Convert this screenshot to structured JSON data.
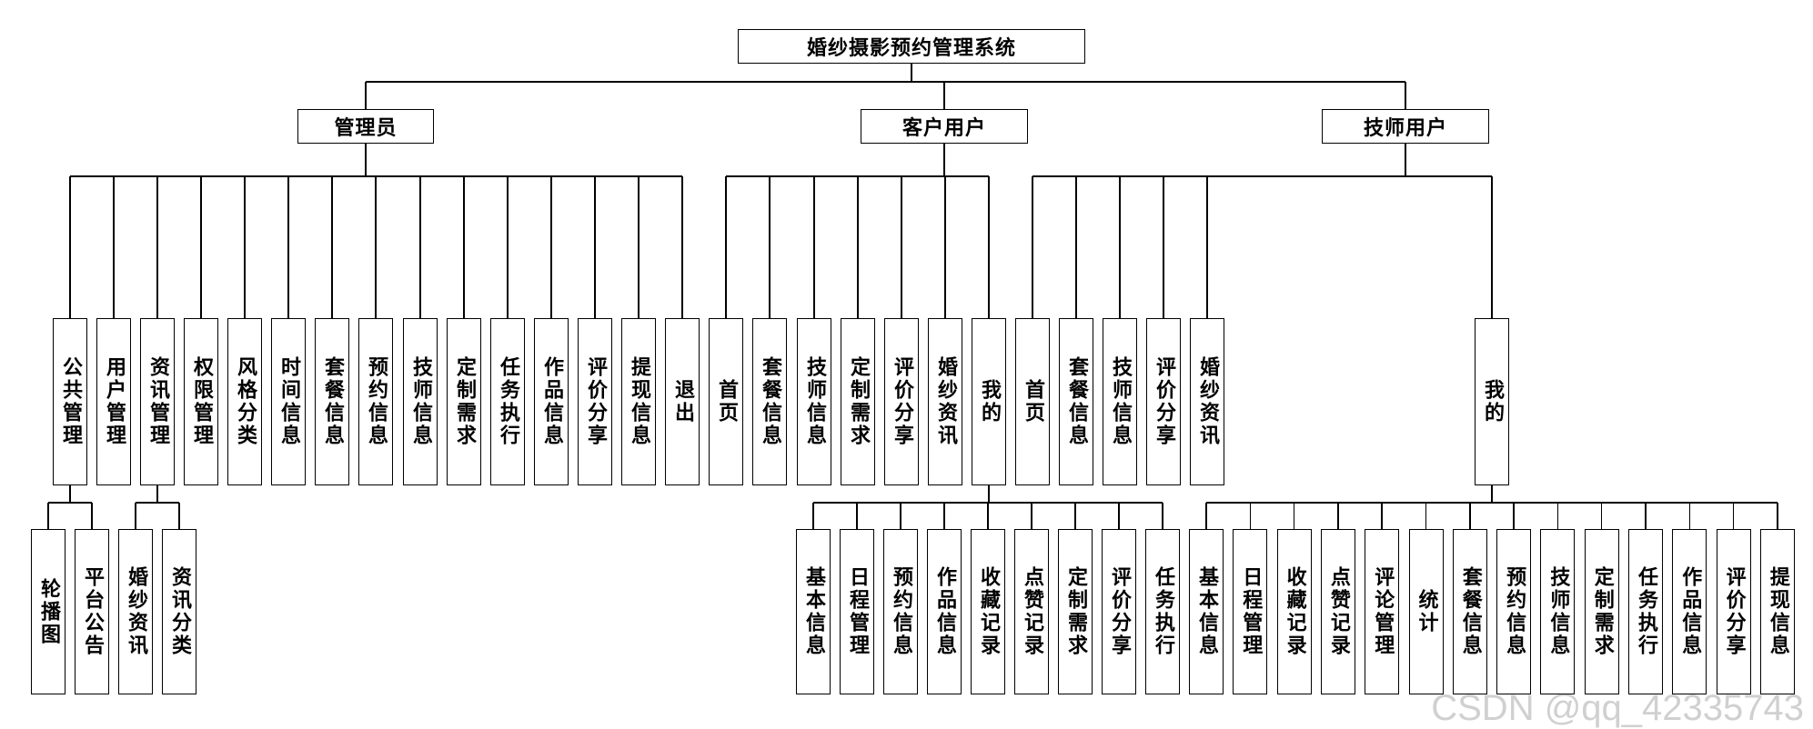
{
  "root": "婚纱摄影预约管理系统",
  "roles": {
    "admin": {
      "label": "管理员",
      "modules": [
        "公共管理",
        "用户管理",
        "资讯管理",
        "权限管理",
        "风格分类",
        "时间信息",
        "套餐信息",
        "预约信息",
        "技师信息",
        "定制需求",
        "任务执行",
        "作品信息",
        "评价分享",
        "提现信息",
        "退出"
      ],
      "public_sub": [
        "轮播图",
        "平台公告"
      ],
      "news_sub": [
        "婚纱资讯",
        "资讯分类"
      ]
    },
    "customer": {
      "label": "客户用户",
      "modules": [
        "首页",
        "套餐信息",
        "技师信息",
        "定制需求",
        "评价分享",
        "婚纱资讯",
        "我的"
      ],
      "mine_sub": [
        "基本信息",
        "日程管理",
        "预约信息",
        "作品信息",
        "收藏记录",
        "点赞记录",
        "定制需求",
        "评价分享",
        "任务执行"
      ]
    },
    "technician": {
      "label": "技师用户",
      "modules": [
        "首页",
        "套餐信息",
        "技师信息",
        "评价分享",
        "婚纱资讯"
      ],
      "mine": "我的",
      "mine_sub": [
        "基本信息",
        "日程管理",
        "收藏记录",
        "点赞记录",
        "评论管理",
        "统计",
        "套餐信息",
        "预约信息",
        "技师信息",
        "定制需求",
        "任务执行",
        "作品信息",
        "评价分享",
        "提现信息"
      ]
    }
  },
  "watermark": "CSDN @qq_42335743"
}
